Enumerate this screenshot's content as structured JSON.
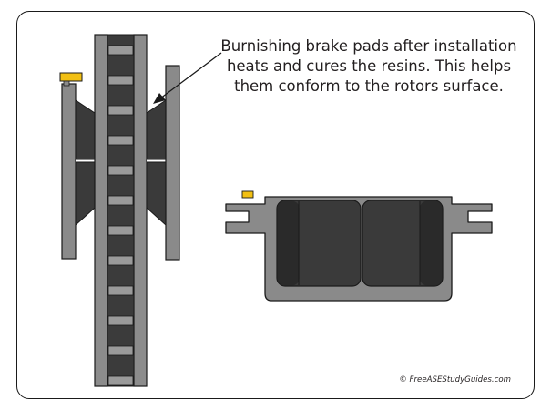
{
  "caption": {
    "lines": [
      "Burnishing brake pads after installation",
      "heats and cures the resins. This helps",
      "them conform to the rotors surface."
    ]
  },
  "copyright": "© FreeASEStudyGuides.com",
  "colors": {
    "rotor_face": "#8c8c8c",
    "rotor_core": "#3b3b3b",
    "rotor_vane": "#9a9a9a",
    "friction_material": "#3a3a3a",
    "friction_edge": "#2a2a2a",
    "backing_plate": "#8a8a8a",
    "wear_indicator": "#f2c014",
    "outline": "#1a1a1a"
  },
  "icons": {
    "caption_arrow": "arrow-pointer-icon",
    "wear_indicator": "wear-indicator-tab-icon"
  }
}
